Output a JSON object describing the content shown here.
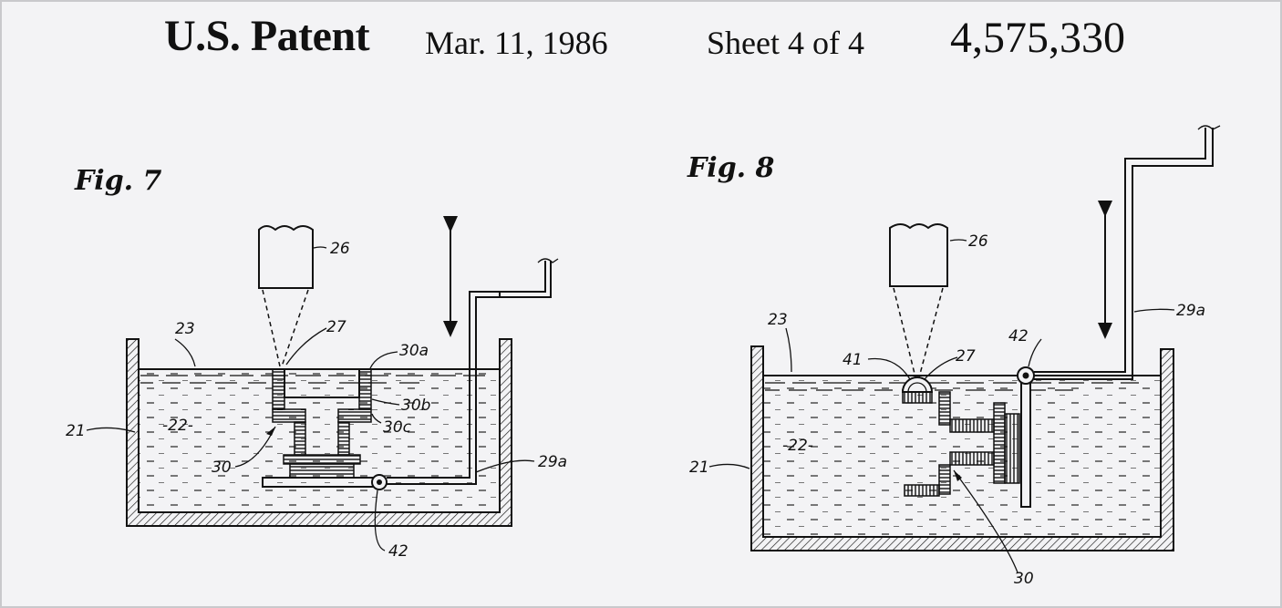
{
  "header": {
    "title": "U.S. Patent",
    "date": "Mar. 11, 1986",
    "sheet": "Sheet 4 of 4",
    "patent_number": "4,575,330"
  },
  "fig7": {
    "label": "Fig. 7",
    "refs": {
      "r21": "21",
      "r22": "-22-",
      "r23": "23",
      "r26": "26",
      "r27": "27",
      "r30": "30",
      "r30a": "30a",
      "r30b": "30b",
      "r30c": "30c",
      "r29a": "29a",
      "r42": "42"
    }
  },
  "fig8": {
    "label": "Fig. 8",
    "refs": {
      "r21": "21",
      "r22": "-22-",
      "r23": "23",
      "r26": "26",
      "r27": "27",
      "r41": "41",
      "r42": "42",
      "r29a": "29a",
      "r30": "30"
    }
  }
}
